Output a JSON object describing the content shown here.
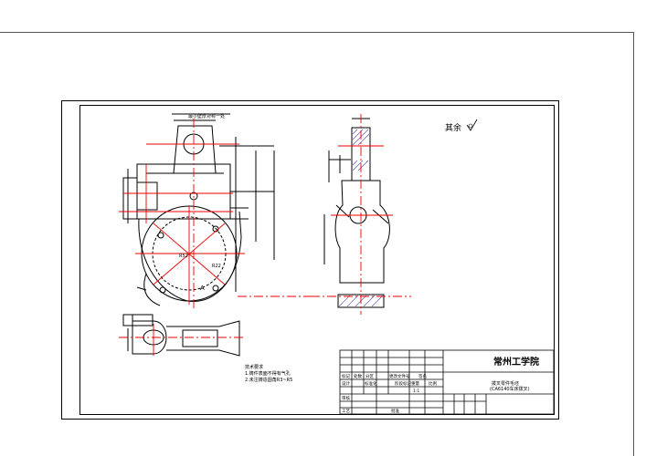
{
  "drawing": {
    "school_name": "常州工学院",
    "part_title_line1": "拨叉零件毛坯",
    "part_title_line2": "(CA6140车床拨叉)",
    "roughness_note": "其余",
    "tech_req_title": "技术要求",
    "tech_req_line1": "1.铸件表面不得有气孔",
    "tech_req_line2": "2.未注铸造圆角R3~R5",
    "title_block_labels": {
      "mark": "标记",
      "count": "处数",
      "zone": "分区",
      "change_doc": "更改文件号",
      "sign": "签名",
      "design": "设计",
      "standard": "标准化",
      "review": "审核",
      "process": "工艺",
      "approve": "批准",
      "stage_mark": "阶段标记",
      "weight": "重量",
      "scale": "比例",
      "scale_value": "1:1"
    },
    "dimension_note": "最小壁厚对称一处",
    "dim_labels": [
      "R52",
      "R22",
      "A",
      "A"
    ]
  }
}
